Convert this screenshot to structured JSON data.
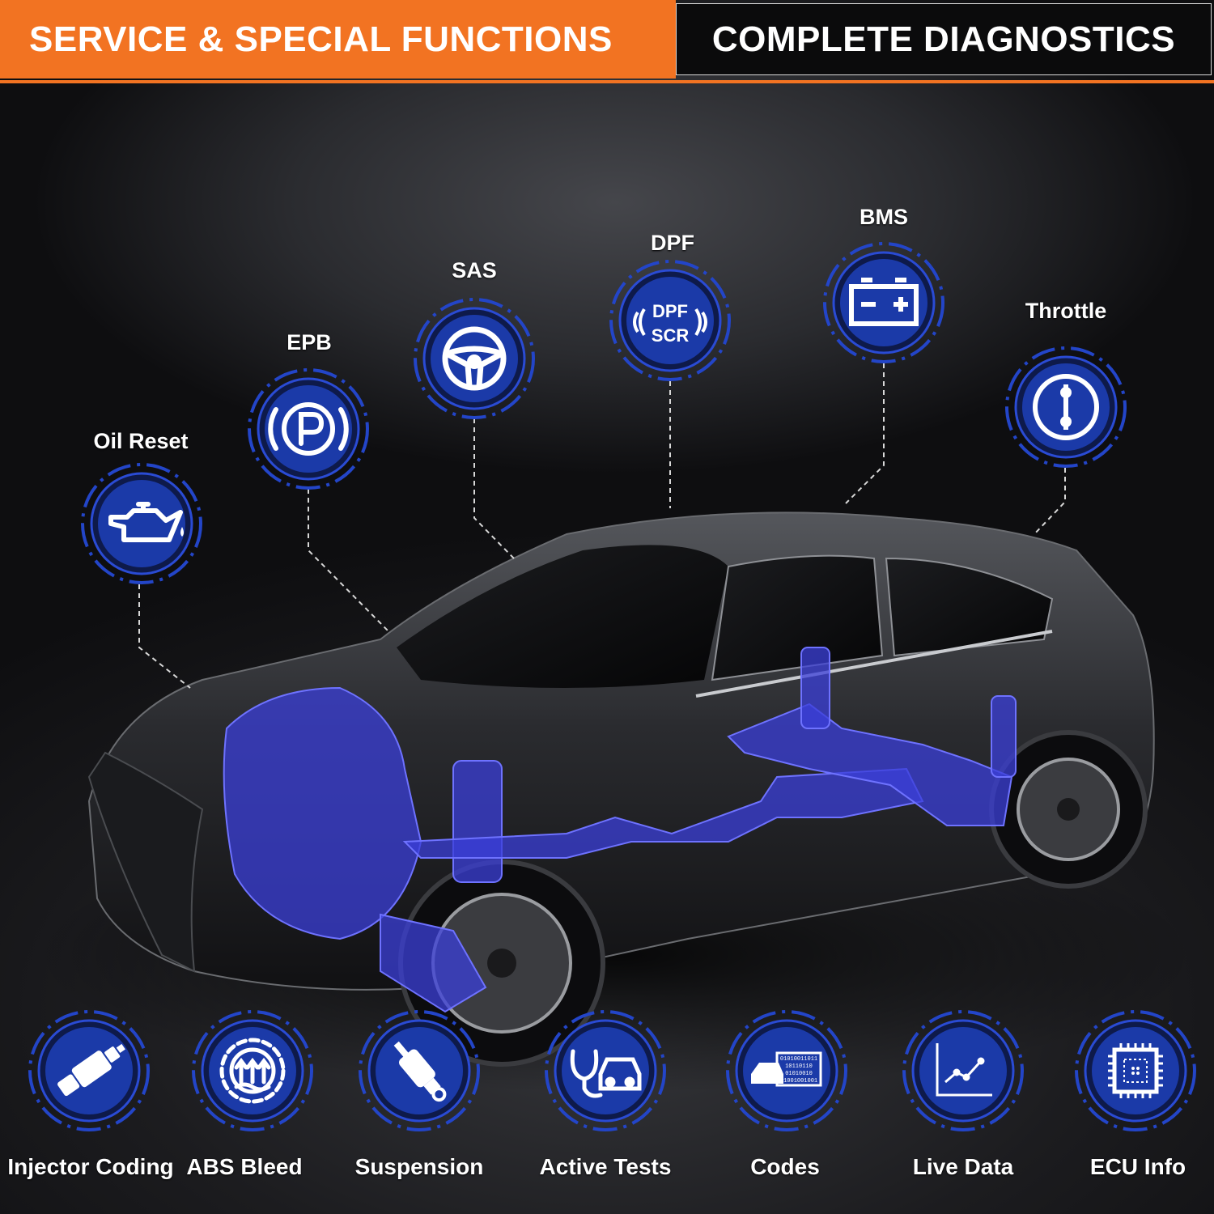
{
  "header": {
    "left_title": "SERVICE & SPECIAL FUNCTIONS",
    "right_title": "COMPLETE DIAGNOSTICS"
  },
  "colors": {
    "orange": "#f27322",
    "icon_blue": "#1b3aa8",
    "ring_blue": "#2345c8",
    "overlay_blue": "#3b3fd8"
  },
  "service_functions": [
    {
      "label": "Oil Reset",
      "icon": "oil-can-icon"
    },
    {
      "label": "EPB",
      "icon": "parking-brake-icon"
    },
    {
      "label": "SAS",
      "icon": "steering-wheel-icon"
    },
    {
      "label": "DPF",
      "icon": "dpf-scr-icon",
      "icon_text": [
        "DPF",
        "SCR"
      ]
    },
    {
      "label": "BMS",
      "icon": "battery-icon"
    },
    {
      "label": "Throttle",
      "icon": "throttle-icon"
    }
  ],
  "bottom_functions": [
    {
      "label": "Injector Coding",
      "icon": "injector-icon"
    },
    {
      "label": "ABS Bleed",
      "icon": "abs-bleed-icon"
    },
    {
      "label": "Suspension",
      "icon": "suspension-shock-icon"
    },
    {
      "label": "Active Tests",
      "icon": "car-stethoscope-icon"
    },
    {
      "label": "Codes",
      "icon": "codes-icon",
      "icon_text": [
        "01010011011",
        "10110110",
        "01010010",
        "01001001001"
      ]
    },
    {
      "label": "Live Data",
      "icon": "line-graph-icon"
    },
    {
      "label": "ECU Info",
      "icon": "chip-icon"
    }
  ]
}
